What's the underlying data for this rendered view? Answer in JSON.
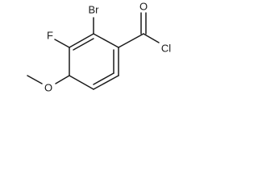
{
  "atoms": {
    "bromine": "Br",
    "fluorine": "F",
    "carbonyl_oxygen": "O",
    "chlorine": "Cl",
    "ether_oxygen": "O"
  }
}
